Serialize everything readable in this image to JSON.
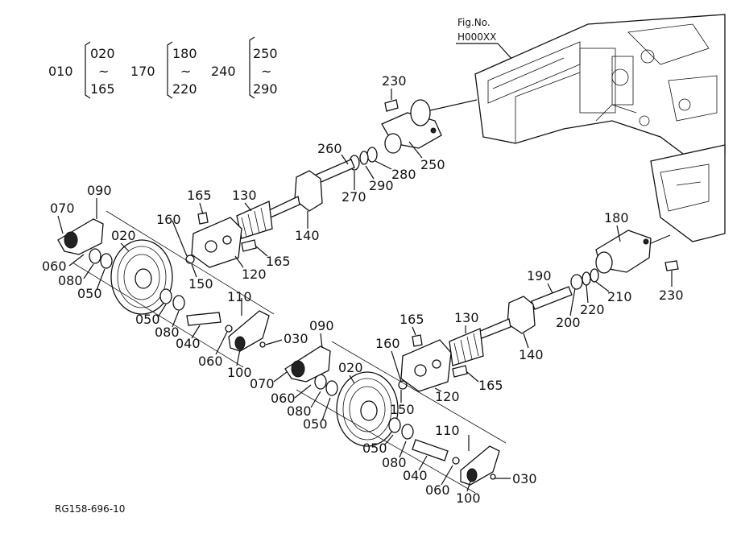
{
  "legend": {
    "g1_start": "010",
    "g1_from": "020",
    "g1_tilde": "~",
    "g1_to": "165",
    "g2_start": "170",
    "g2_from": "180",
    "g2_tilde": "~",
    "g2_to": "220",
    "g3_start": "240",
    "g3_from": "250",
    "g3_tilde": "~",
    "g3_to": "290"
  },
  "fig_ref": {
    "label": "Fig.No.",
    "code": "H000XX"
  },
  "drawing_code": "RG158-696-10",
  "callouts": {
    "c230a": "230",
    "c260": "260",
    "c270": "270",
    "c290a": "290",
    "c280": "280",
    "c250": "250",
    "c165a": "165",
    "c130a": "130",
    "c140a": "140",
    "c160a": "160",
    "c150a": "150",
    "c120a": "120",
    "c165b": "165",
    "c090a": "090",
    "c070a": "070",
    "c020a": "020",
    "c060a": "060",
    "c080a": "080",
    "c050a": "050",
    "c050b": "050",
    "c080b": "080",
    "c040a": "040",
    "c060b": "060",
    "c110a": "110",
    "c030a": "030",
    "c100a": "100",
    "c180": "180",
    "c190": "190",
    "c200": "200",
    "c220": "220",
    "c210": "210",
    "c230b": "230",
    "c165c": "165",
    "c130b": "130",
    "c140b": "140",
    "c160b": "160",
    "c150b": "150",
    "c120b": "120",
    "c165d": "165",
    "c090b": "090",
    "c070b": "070",
    "c020b": "020",
    "c060c": "060",
    "c080c": "080",
    "c050c": "050",
    "c050d": "050",
    "c080d": "080",
    "c040b": "040",
    "c060d": "060",
    "c110b": "110",
    "c030b": "030",
    "c100b": "100"
  }
}
